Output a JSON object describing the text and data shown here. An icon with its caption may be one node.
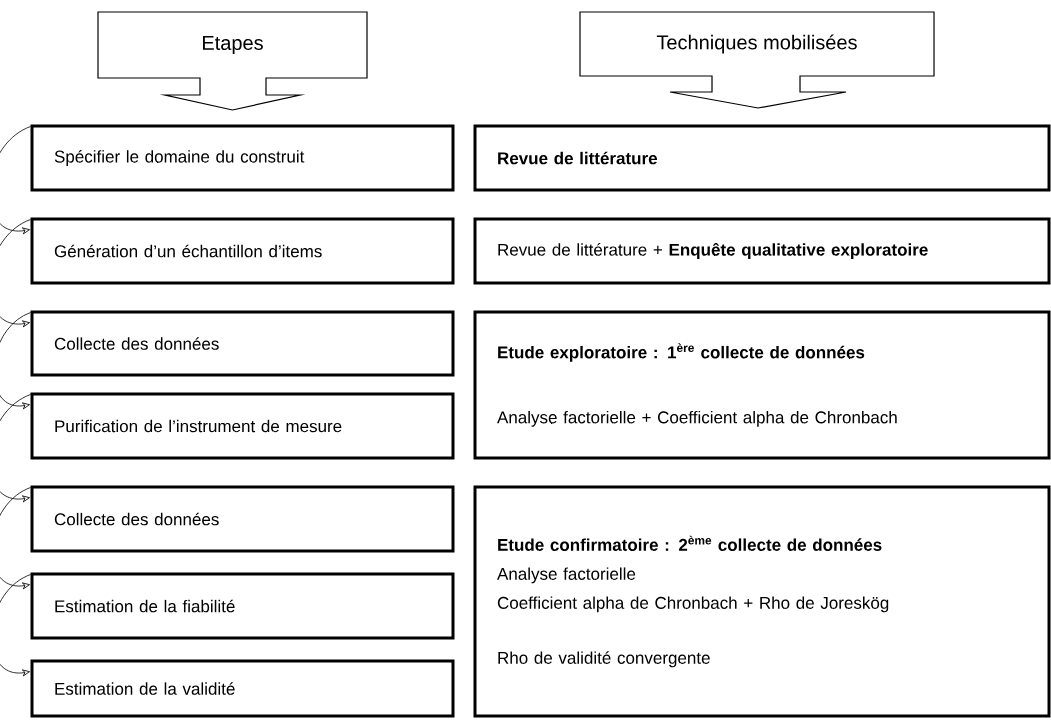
{
  "diagram": {
    "nodes": [
      {
        "text": [
          "Etapes"
        ]
      },
      {
        "text": [
          "Techniques mobilisées"
        ]
      },
      {
        "text": [
          "Spécifier le domaine du construit"
        ]
      },
      {
        "text": [
          "Génération d’un échantillon d’items"
        ]
      },
      {
        "text": [
          "Collecte des données"
        ]
      },
      {
        "text": [
          "Purification de l’instrument de mesure"
        ]
      },
      {
        "text": [
          "Collecte des données"
        ]
      },
      {
        "text": [
          "Estimation de la fiabilité"
        ]
      },
      {
        "text": [
          "Estimation de la validité"
        ]
      },
      {
        "text": [
          "Revue de littérature"
        ]
      },
      {
        "text": [
          "Revue de littérature + **Enquête qualitative exploratoire**"
        ]
      },
      {
        "text": [
          "Etude exploratoire : 1$^{ère}$ collecte de données",
          "Analyse factorielle + Coefficient alpha de Chronbach"
        ]
      },
      {
        "text": [
          "Etude confirmatoire : 2$^{ème}$ collecte de données",
          "Analyse factorielle",
          "Coefficient alpha de Chronbach + Rho de Joreskög",
          "Rho de validité convergente"
        ]
      }
    ],
    "edges": [
      {
        "from": 2,
        "to": 3,
        "arrow": "to"
      },
      {
        "from": 3,
        "to": 4,
        "arrow": "to"
      },
      {
        "from": 4,
        "to": 5,
        "arrow": "to"
      },
      {
        "from": 5,
        "to": 6,
        "arrow": "to"
      },
      {
        "from": 6,
        "to": 7,
        "arrow": "to"
      },
      {
        "from": 7,
        "to": 8,
        "arrow": "to"
      }
    ]
  }
}
